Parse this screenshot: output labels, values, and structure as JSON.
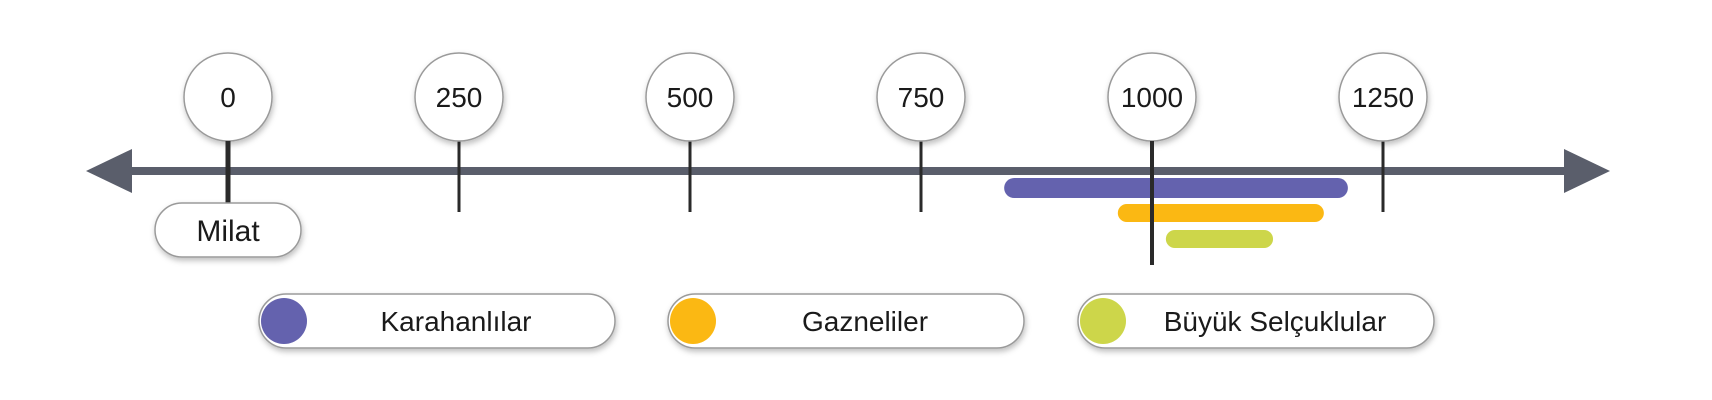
{
  "timeline": {
    "axis_color": "#5a5e6b",
    "ticks": [
      {
        "value": 0,
        "label": "0"
      },
      {
        "value": 250,
        "label": "250"
      },
      {
        "value": 500,
        "label": "500"
      },
      {
        "value": 750,
        "label": "750"
      },
      {
        "value": 1000,
        "label": "1000"
      },
      {
        "value": 1250,
        "label": "1250"
      }
    ],
    "reference_marker": {
      "value": 0,
      "label": "Milat"
    }
  },
  "periods": [
    {
      "name": "Karahanlılar",
      "start": 840,
      "end": 1212,
      "color": "#6462ae"
    },
    {
      "name": "Gazneliler",
      "start": 963,
      "end": 1186,
      "color": "#fbb813"
    },
    {
      "name": "Büyük Selçuklular",
      "start": 1015,
      "end": 1131,
      "color": "#cdd64a"
    }
  ]
}
